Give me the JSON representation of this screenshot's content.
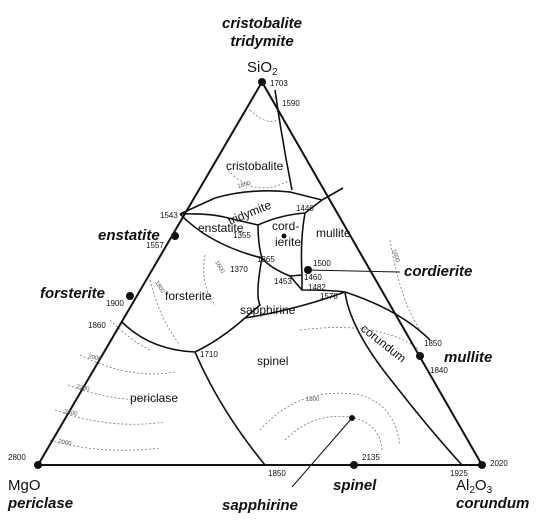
{
  "headings": {
    "top_line1": "cristobalite",
    "top_line2": "tridymite"
  },
  "vertices": {
    "sio2": "SiO2",
    "mgo": "MgO",
    "al2o3": "Al2O3",
    "mgo_mineral": "periclase",
    "al2o3_mineral": "corundum"
  },
  "minerals": {
    "enstatite": "enstatite",
    "forsterite": "forsterite",
    "cordierite": "cordierite",
    "mullite": "mullite",
    "sapphirine": "sapphirine",
    "spinel": "spinel"
  },
  "phase_fields": {
    "cristobalite": "cristobalite",
    "tridymite": "tridymite",
    "enstatite": "enstatite",
    "cord": "cord-",
    "ierite": "ierite",
    "mullite": "mullite",
    "forsterite": "forsterite",
    "sapphirine": "sapphirine",
    "spinel": "spinel",
    "corundum": "corundum",
    "periclase": "periclase"
  },
  "temperatures": {
    "t1703": "1703",
    "t1590": "1590",
    "t1543": "1543",
    "t1557": "1557",
    "t1355": "1355",
    "t1440": "1440",
    "t1365": "1365",
    "t1370": "1370",
    "t1500": "1500",
    "t1460": "1460",
    "t1453": "1453",
    "t1482": "1482",
    "t1578": "1578",
    "t1900": "1900",
    "t1860": "1860",
    "t1710": "1710",
    "t1850_right": "1850",
    "t1840": "1840",
    "t2800": "2800",
    "t1850_bottom": "1850",
    "t2135": "2135",
    "t1925": "1925",
    "t2020": "2020"
  },
  "isotherm_labels": {
    "i1": "1800",
    "i2": "1600",
    "i3": "1800",
    "i4": "1800",
    "i5": "1800",
    "i6": "2000",
    "i7": "2200",
    "i8": "2400",
    "i9": "2600",
    "i10": "2000",
    "i11": "1600"
  }
}
